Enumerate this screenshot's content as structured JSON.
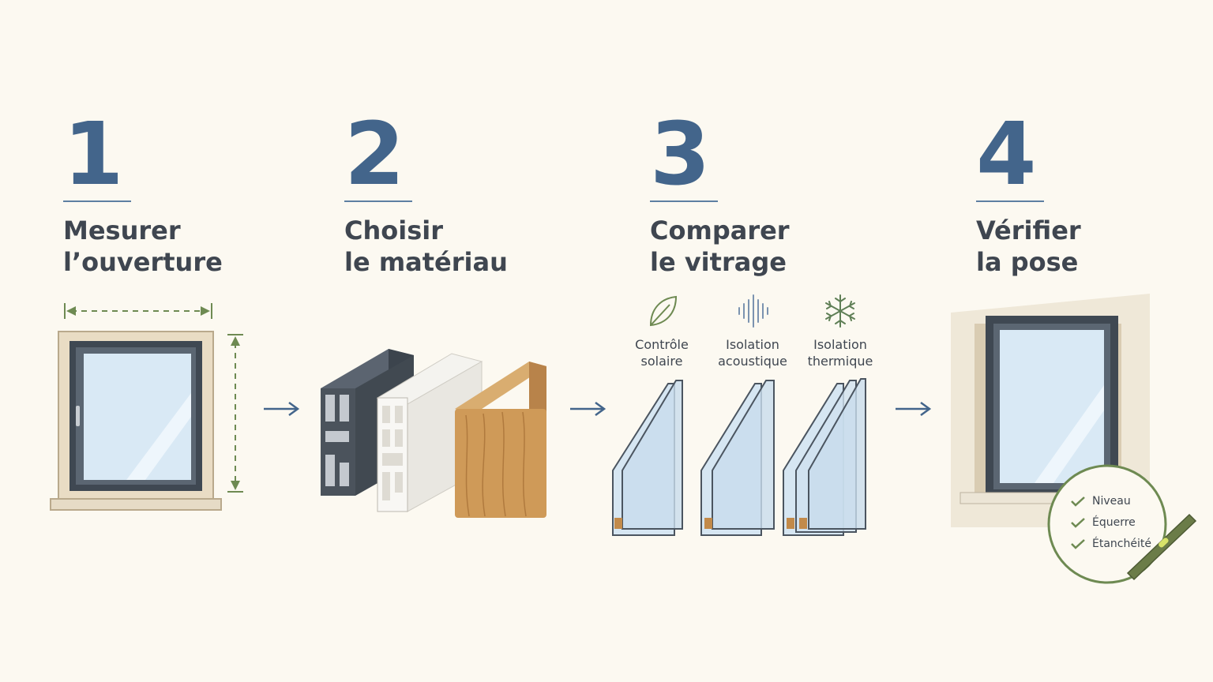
{
  "steps": [
    {
      "number": "1",
      "title_line1": "Mesurer",
      "title_line2": "l’ouverture"
    },
    {
      "number": "2",
      "title_line1": "Choisir",
      "title_line2": "le matériau"
    },
    {
      "number": "3",
      "title_line1": "Comparer",
      "title_line2": "le vitrage"
    },
    {
      "number": "4",
      "title_line1": "Vérifier",
      "title_line2": "la pose"
    }
  ],
  "glazing_options": [
    {
      "line1": "Contrôle",
      "line2": "solaire",
      "icon": "leaf-icon"
    },
    {
      "line1": "Isolation",
      "line2": "acoustique",
      "icon": "soundwave-icon"
    },
    {
      "line1": "Isolation",
      "line2": "thermique",
      "icon": "snowflake-icon"
    }
  ],
  "checklist": [
    "Niveau",
    "Équerre",
    "Étanchéité"
  ],
  "colors": {
    "accent_blue": "#43658b",
    "text_dark": "#3f4650",
    "measure_green": "#6e8a52",
    "background": "#fcf9f1",
    "frame_grey": "#3f4852"
  }
}
